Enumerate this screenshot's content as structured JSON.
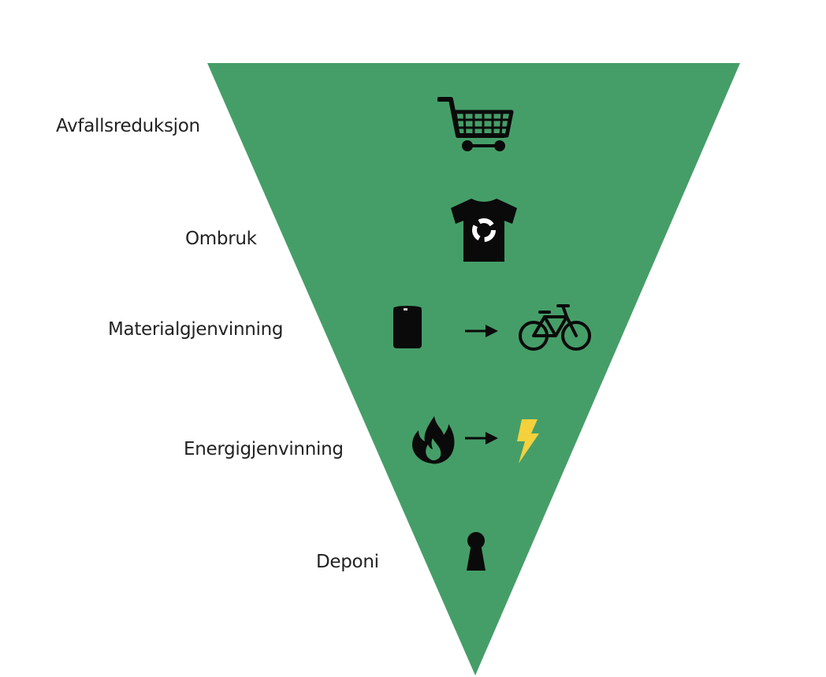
{
  "diagram": {
    "type": "inverted-pyramid",
    "fill_color": "#459e68",
    "levels": [
      {
        "label": "Avfallsreduksjon",
        "icons": [
          "shopping-cart-icon"
        ]
      },
      {
        "label": "Ombruk",
        "icons": [
          "recycle-tshirt-icon"
        ]
      },
      {
        "label": "Materialgjenvinning",
        "icons": [
          "barrel-icon",
          "arrow-right-icon",
          "bicycle-icon"
        ]
      },
      {
        "label": "Energigjenvinning",
        "icons": [
          "fire-icon",
          "arrow-right-icon",
          "lightning-icon"
        ]
      },
      {
        "label": "Deponi",
        "icons": [
          "keyhole-icon"
        ]
      }
    ],
    "accent_colors": {
      "icon": "#0a0a0a",
      "lightning": "#f4d13d"
    }
  }
}
